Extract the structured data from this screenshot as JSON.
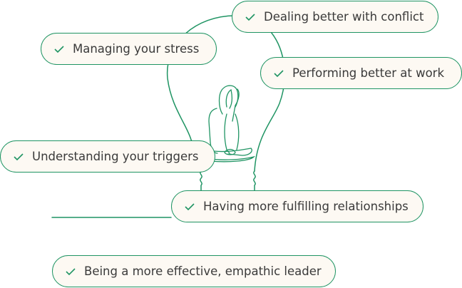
{
  "colors": {
    "accent": "#1f9463",
    "pill_bg": "#fdf9f3",
    "text": "#3a3a3a"
  },
  "benefits": [
    {
      "label": "Dealing better with conflict",
      "icon": "check-icon"
    },
    {
      "label": "Managing your stress",
      "icon": "check-icon"
    },
    {
      "label": "Performing better at work",
      "icon": "check-icon"
    },
    {
      "label": "Understanding your triggers",
      "icon": "check-icon"
    },
    {
      "label": "Having more fulfilling relationships",
      "icon": "check-icon"
    },
    {
      "label": "Being a more effective, empathic leader",
      "icon": "check-icon"
    }
  ]
}
